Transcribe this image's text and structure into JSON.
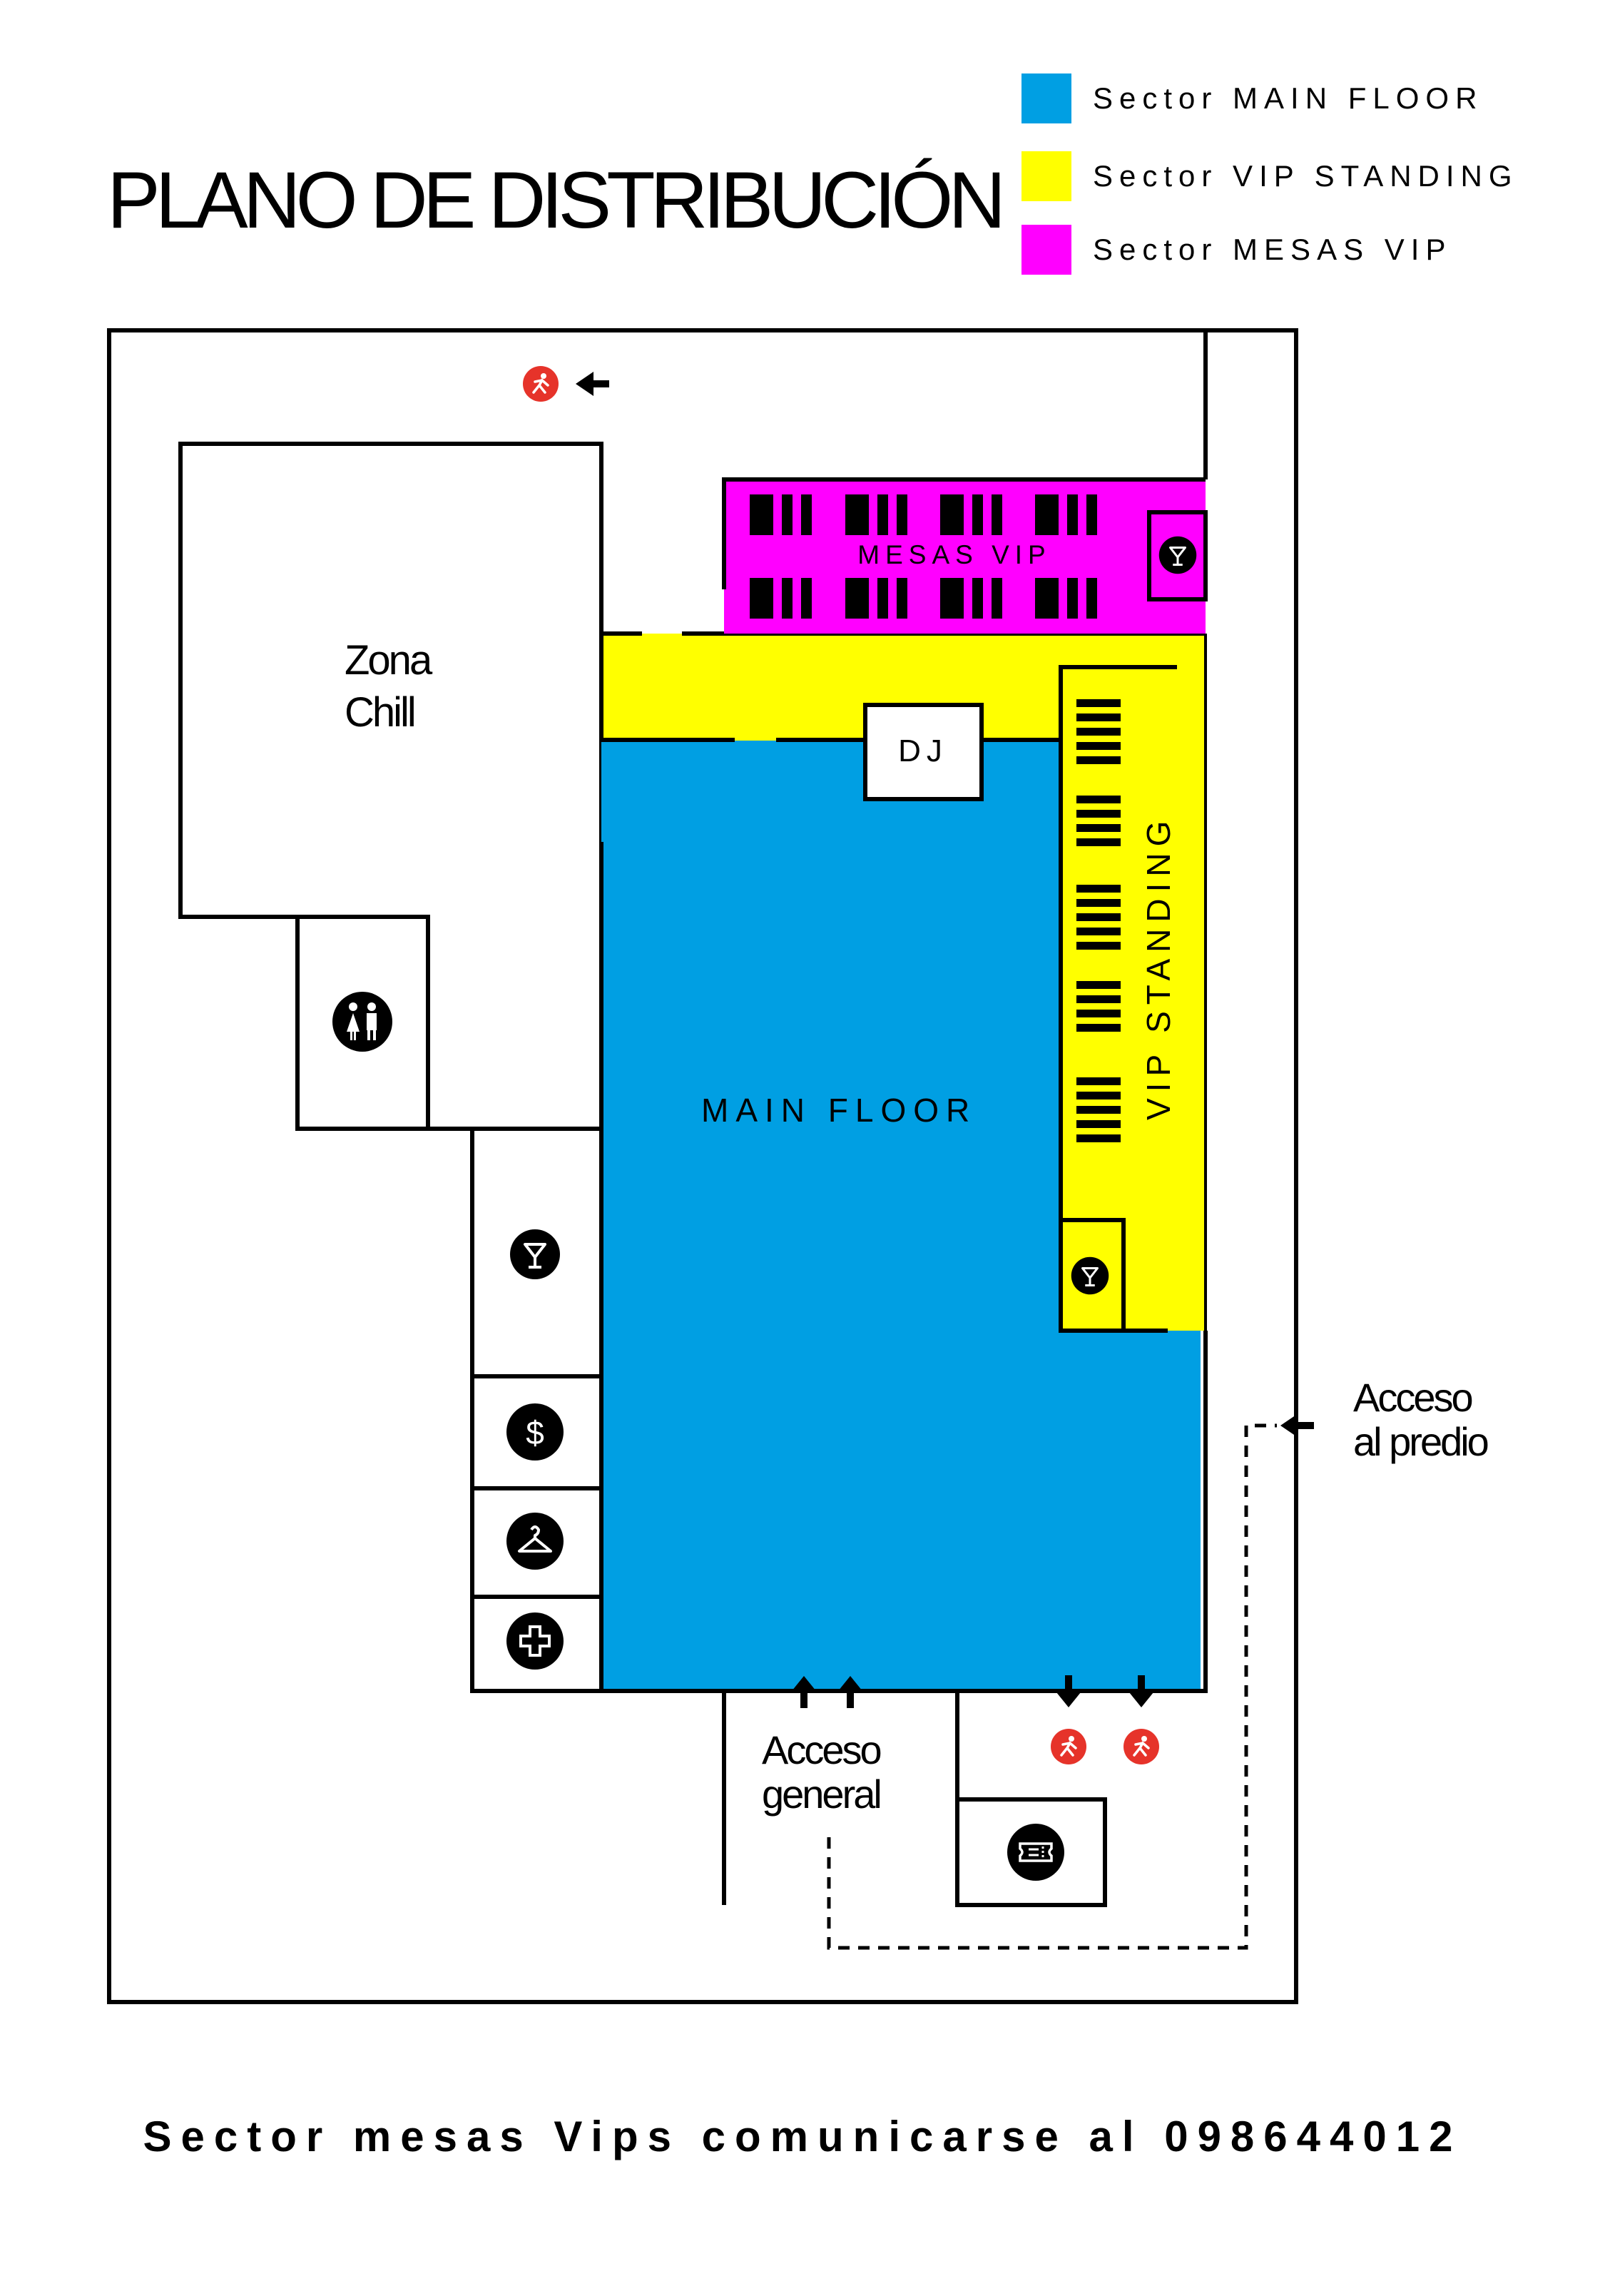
{
  "title": "PLANO DE DISTRIBUCIÓN",
  "legend": [
    {
      "label": "Sector MAIN FLOOR",
      "color": "#009fe3"
    },
    {
      "label": "Sector VIP STANDING",
      "color": "#ffff00"
    },
    {
      "label": "Sector MESAS VIP",
      "color": "#ff00ff"
    }
  ],
  "areas": {
    "main_floor": "MAIN FLOOR",
    "mesas_vip": "MESAS VIP",
    "vip_standing": "VIP STANDING",
    "dj": "DJ",
    "zona_chill_line1": "Zona",
    "zona_chill_line2": "Chill"
  },
  "access": {
    "general_line1": "Acceso",
    "general_line2": "general",
    "predio_line1": "Acceso",
    "predio_line2": "al predio"
  },
  "icons": [
    "bar-icon",
    "cashier-icon",
    "cloakroom-icon",
    "first-aid-icon",
    "restroom-icon",
    "ticket-icon",
    "emergency-exit-icon",
    "arrow-icon"
  ],
  "footer": "Sector mesas Vips comunicarse al 098644012"
}
